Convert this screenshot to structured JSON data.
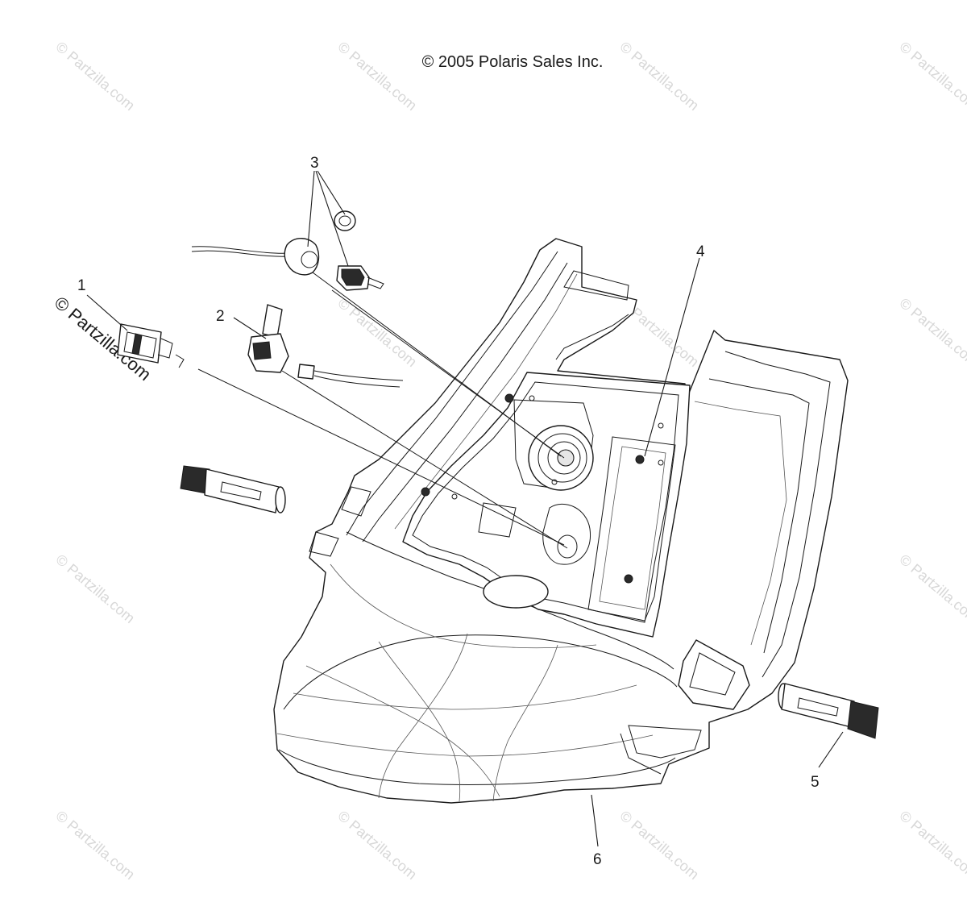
{
  "copyright": "© 2005 Polaris Sales Inc.",
  "watermark_main": "© Partzilla.com",
  "watermark_repeat": "© Partzilla.com",
  "callouts": {
    "c1": "1",
    "c2": "2",
    "c3": "3",
    "c4": "4",
    "c5": "5",
    "c6": "6"
  },
  "colors": {
    "line": "#1a1a1a",
    "watermark": "#d8d8d8",
    "background": "#ffffff"
  }
}
